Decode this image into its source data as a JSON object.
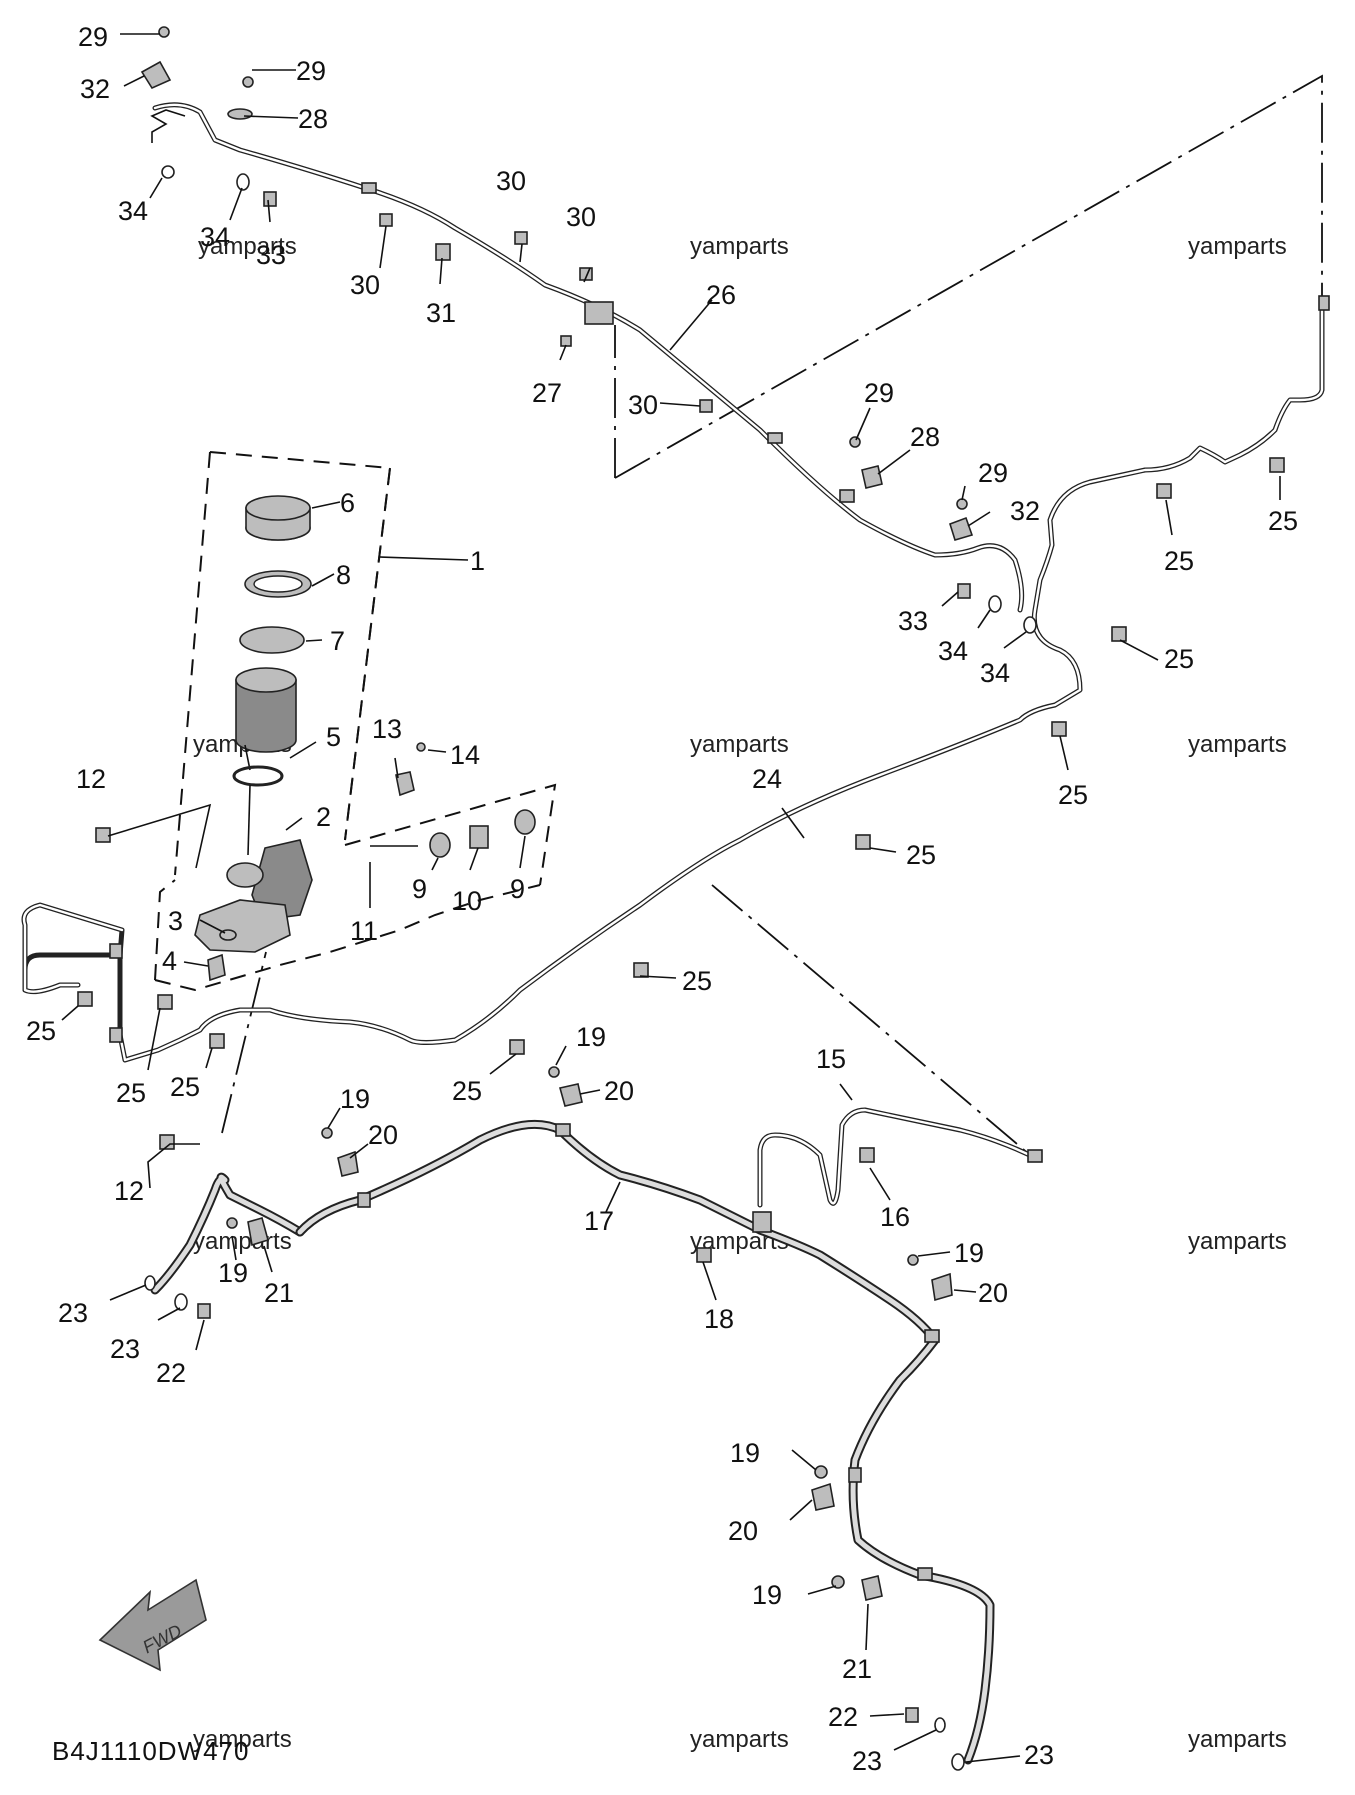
{
  "watermark": "yamparts",
  "diagram_code": "B4J1110DW470",
  "fwd_label": "FWD",
  "callouts": {
    "c29a": "29",
    "c32a": "32",
    "c29b": "29",
    "c28a": "28",
    "c34a": "34",
    "c34b": "34",
    "c33a": "33",
    "c30a": "30",
    "c30b": "30",
    "c30c": "30",
    "c31": "31",
    "c26": "26",
    "c27": "27",
    "c30d": "30",
    "c29c": "29",
    "c28b": "28",
    "c29d": "29",
    "c32b": "32",
    "c33b": "33",
    "c34c": "34",
    "c34d": "34",
    "c25a": "25",
    "c25b": "25",
    "c25c": "25",
    "c25d": "25",
    "c25e": "25",
    "c25f": "25",
    "c25g": "25",
    "c25h": "25",
    "c25i": "25",
    "c25j": "25",
    "c6": "6",
    "c8": "8",
    "c7": "7",
    "c1": "1",
    "c5": "5",
    "c2": "2",
    "c12a": "12",
    "c13": "13",
    "c14": "14",
    "c24": "24",
    "c11": "11",
    "c9a": "9",
    "c10": "10",
    "c9b": "9",
    "c3": "3",
    "c4": "4",
    "c19a": "19",
    "c20a": "20",
    "c15": "15",
    "c19b": "19",
    "c20b": "20",
    "c12b": "12",
    "c16": "16",
    "c17": "17",
    "c19c": "19",
    "c21a": "21",
    "c18": "18",
    "c19d": "19",
    "c20c": "20",
    "c23a": "23",
    "c23b": "23",
    "c22a": "22",
    "c19e": "19",
    "c20d": "20",
    "c19f": "19",
    "c21b": "21",
    "c22b": "22",
    "c23c": "23",
    "c23d": "23"
  }
}
